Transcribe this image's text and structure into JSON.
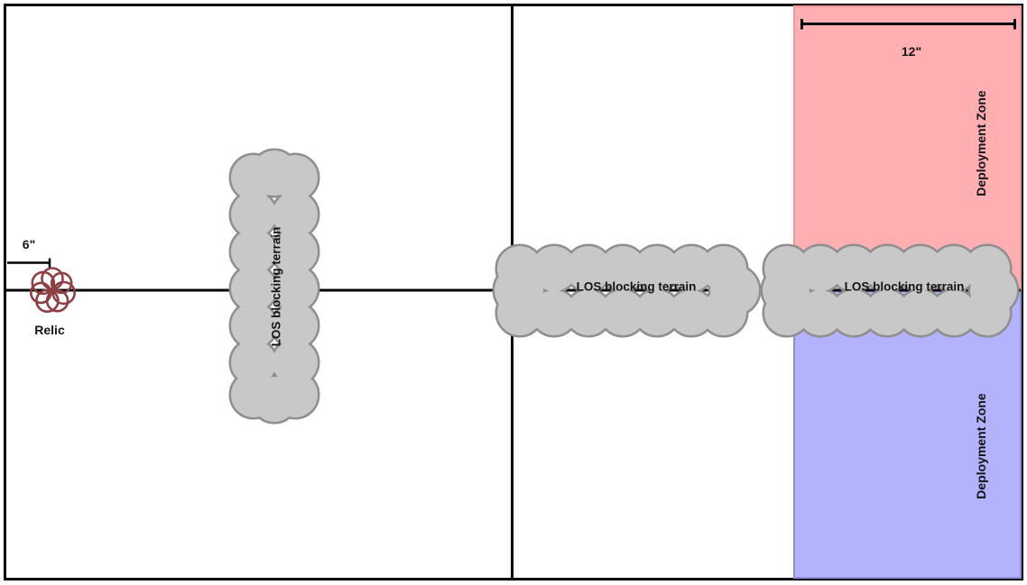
{
  "labels": {
    "relic": "Relic",
    "relic_offset": "6\"",
    "zone_width": "12\"",
    "terrain": [
      {
        "label": "LOS blocking terrain"
      },
      {
        "label": "LOS blocking terrain"
      },
      {
        "label": "LOS blocking terrain"
      }
    ],
    "zones": [
      {
        "label": "Deployment Zone"
      },
      {
        "label": "Deployment Zone"
      }
    ]
  },
  "colors": {
    "board_border": "#000000",
    "line": "#000000",
    "red_zone_fill": "#ffafb2",
    "red_zone_edge": "#ef989c",
    "blue_zone_fill": "#b2b2fd",
    "blue_zone_edge": "#8d8de0",
    "terrain_fill": "#c8c8c8",
    "terrain_edge": "#8f8f8f",
    "relic_marker": "#8e4045",
    "board_fill": "#ffffff"
  }
}
